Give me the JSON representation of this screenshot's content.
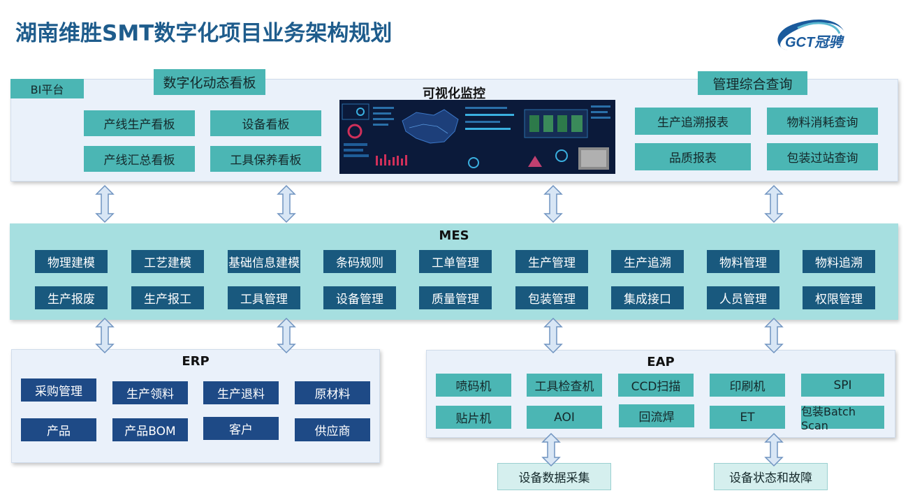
{
  "title": "湖南维胜SMT数字化项目业务架构规划",
  "logo": {
    "text": "GCT冠骋"
  },
  "bi": {
    "platform_label": "BI平台",
    "dashboard_label": "数字化动态看板",
    "dashboards": [
      "产线生产看板",
      "设备看板",
      "产线汇总看板",
      "工具保养看板"
    ],
    "monitor_label": "可视化监控",
    "query_label": "管理综合查询",
    "queries": [
      "生产追溯报表",
      "物料消耗查询",
      "品质报表",
      "包装过站查询"
    ]
  },
  "mes": {
    "title": "MES",
    "modules_row1": [
      "物理建模",
      "工艺建模",
      "基础信息建模",
      "条码规则",
      "工单管理",
      "生产管理",
      "生产追溯",
      "物料管理",
      "物料追溯"
    ],
    "modules_row2": [
      "生产报废",
      "生产报工",
      "工具管理",
      "设备管理",
      "质量管理",
      "包装管理",
      "集成接口",
      "人员管理",
      "权限管理"
    ]
  },
  "erp": {
    "title": "ERP",
    "modules": [
      "采购管理",
      "生产领料",
      "生产退料",
      "原材料",
      "产品",
      "产品BOM",
      "客户",
      "供应商"
    ]
  },
  "eap": {
    "title": "EAP",
    "modules": [
      "喷码机",
      "工具检查机",
      "CCD扫描",
      "印刷机",
      "SPI",
      "贴片机",
      "AOI",
      "回流焊",
      "ET",
      "包装Batch Scan"
    ]
  },
  "bottom": {
    "collect": "设备数据采集",
    "status": "设备状态和故障"
  },
  "colors": {
    "title": "#1e5c8c",
    "teal": "#4bb6b4",
    "mes_bg": "#a6dfe0",
    "navy": "#1e4a86",
    "mes_module": "#19597e",
    "panel": "#eaf1fa"
  }
}
